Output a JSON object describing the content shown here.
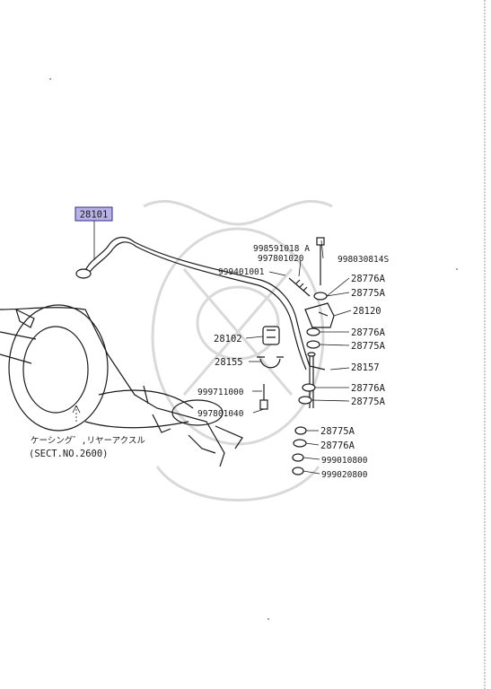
{
  "labels": {
    "main_part": "28101",
    "bolt_a": "998591018 A",
    "bolt_b": "997801020",
    "bolt_c": "998030814S",
    "bushing_bolt": "999401001",
    "washer_1": "28776A",
    "bushing_1": "28775A",
    "bracket": "28120",
    "bushing_block": "28102",
    "washer_2": "28776A",
    "bushing_2": "28775A",
    "clamp": "28155",
    "link": "28157",
    "bolt_d": "999711000",
    "washer_3": "28776A",
    "bushing_3": "28775A",
    "bolt_e": "997801040",
    "bushing_4": "28775A",
    "washer_4": "28776A",
    "nut_1": "999010800",
    "nut_2": "999020800"
  },
  "axle_reference": {
    "jp_name": "ケーシング゛,リヤーアクスル",
    "section": "(SECT.NO.2600)"
  },
  "colors": {
    "highlight_fill": "#b7b3e6",
    "highlight_border": "#2b2b8a",
    "line": "#1a1a1a",
    "watermark": "#d9d9d9"
  }
}
